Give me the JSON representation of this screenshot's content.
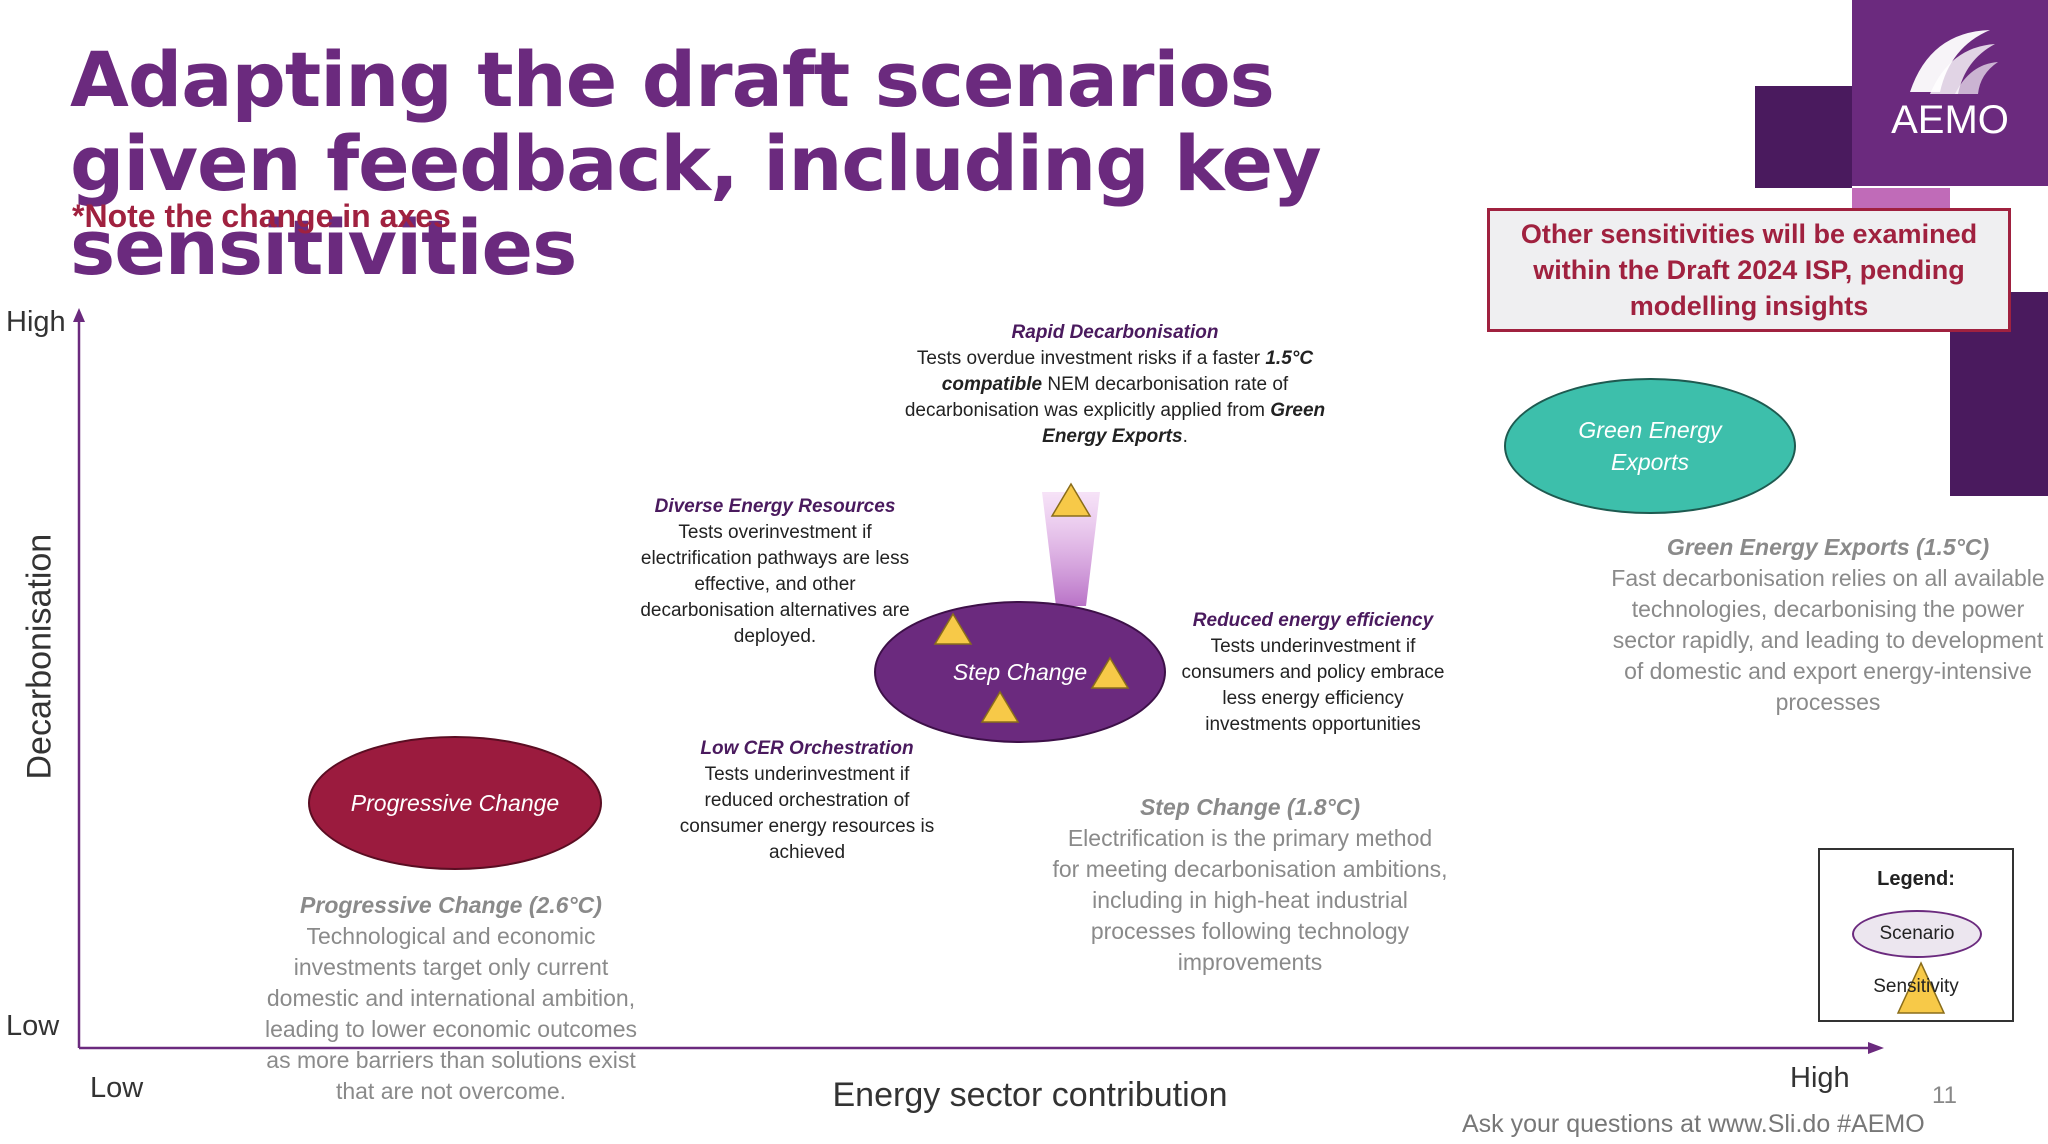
{
  "slide": {
    "title": "Adapting the draft scenarios given feedback, including key sensitivities",
    "note": "*Note the change in axes",
    "logo_text": "AEMO",
    "callout": "Other sensitivities will be examined within the Draft 2024 ISP, pending modelling insights",
    "page_number": "11",
    "footer": "Ask your questions at www.Sli.do #AEMO"
  },
  "axes": {
    "y_title": "Decarbonisation",
    "y_high": "High",
    "y_low": "Low",
    "x_title": "Energy sector contribution",
    "x_low": "Low",
    "x_high": "High"
  },
  "scenarios": {
    "progressive": {
      "label": "Progressive Change",
      "desc_title": "Progressive Change (2.6°C)",
      "desc": "Technological and economic investments target only current domestic and international ambition, leading to lower economic outcomes as more barriers than solutions exist that are not overcome."
    },
    "step": {
      "label": "Step Change",
      "desc_title": "Step Change (1.8°C)",
      "desc": "Electrification is the primary method for meeting decarbonisation ambitions, including in high-heat industrial processes following technology improvements"
    },
    "green": {
      "label": "Green Energy Exports",
      "desc_title": "Green Energy Exports (1.5°C)",
      "desc": "Fast decarbonisation relies on all available technologies, decarbonising the power sector rapidly, and leading to development of domestic and export energy-intensive processes"
    }
  },
  "sensitivities": {
    "rapid": {
      "title": "Rapid Decarbonisation",
      "text_a": "Tests overdue investment risks if a faster ",
      "text_b": "1.5°C compatible",
      "text_c": " NEM decarbonisation rate of decarbonisation was explicitly applied from ",
      "text_d": "Green Energy Exports",
      "text_e": "."
    },
    "diverse": {
      "title": "Diverse Energy Resources",
      "text": "Tests overinvestment if electrification pathways are less effective, and other decarbonisation alternatives are deployed."
    },
    "reduced": {
      "title": "Reduced energy efficiency",
      "text": "Tests underinvestment if consumers and policy embrace less energy efficiency investments opportunities"
    },
    "lowcer": {
      "title": "Low CER Orchestration",
      "text": "Tests underinvestment if reduced orchestration of consumer energy resources is achieved"
    }
  },
  "legend": {
    "title": "Legend:",
    "scenario": "Scenario",
    "sensitivity": "Sensitivity"
  },
  "colors": {
    "brand_purple": "#6b2a7e",
    "dark_purple": "#4a1a5e",
    "crimson": "#a0213f",
    "teal": "#3dbfab",
    "sensitivity_yellow": "#f7c948"
  }
}
